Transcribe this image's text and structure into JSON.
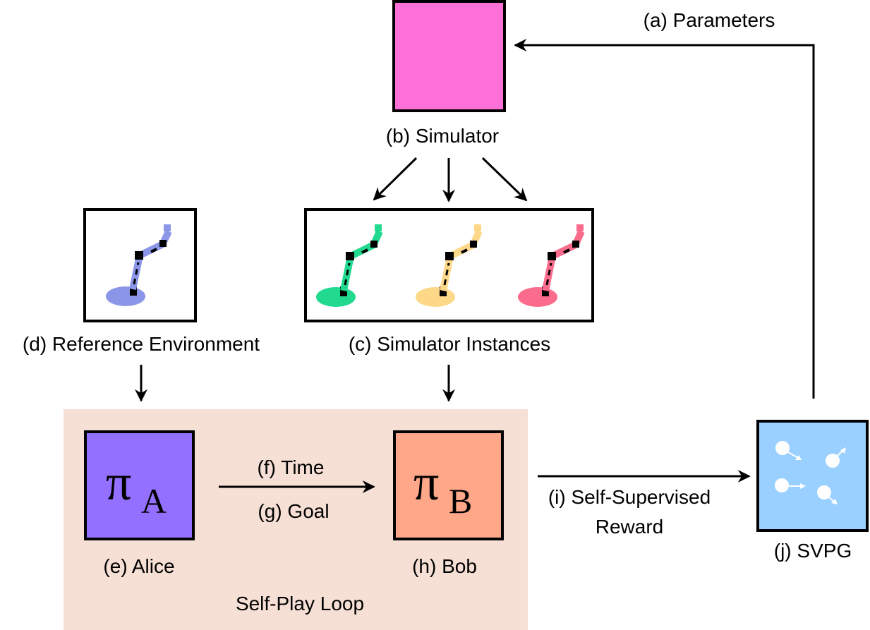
{
  "labels": {
    "parameters": "(a) Parameters",
    "simulator": "(b) Simulator",
    "simulator_instances": "(c) Simulator Instances",
    "reference_environment": "(d) Reference Environment",
    "alice": "(e) Alice",
    "time": "(f) Time",
    "goal": "(g) Goal",
    "bob": "(h) Bob",
    "reward_line1": "(i) Self-Supervised",
    "reward_line2": "Reward",
    "svpg": "(j) SVPG",
    "self_play_loop": "Self-Play Loop"
  },
  "policies": {
    "alice_symbol": "π",
    "alice_sub": "A",
    "bob_symbol": "π",
    "bob_sub": "B"
  },
  "colors": {
    "simulator": "#ff6fd8",
    "alice": "#9370ff",
    "bob": "#ffa889",
    "svpg": "#99d0ff",
    "loop_bg": "#f6dfd4",
    "robot_reference": "#8c96e8",
    "robot_green": "#21d98f",
    "robot_yellow": "#fdd888",
    "robot_pink": "#fb6c8c"
  }
}
